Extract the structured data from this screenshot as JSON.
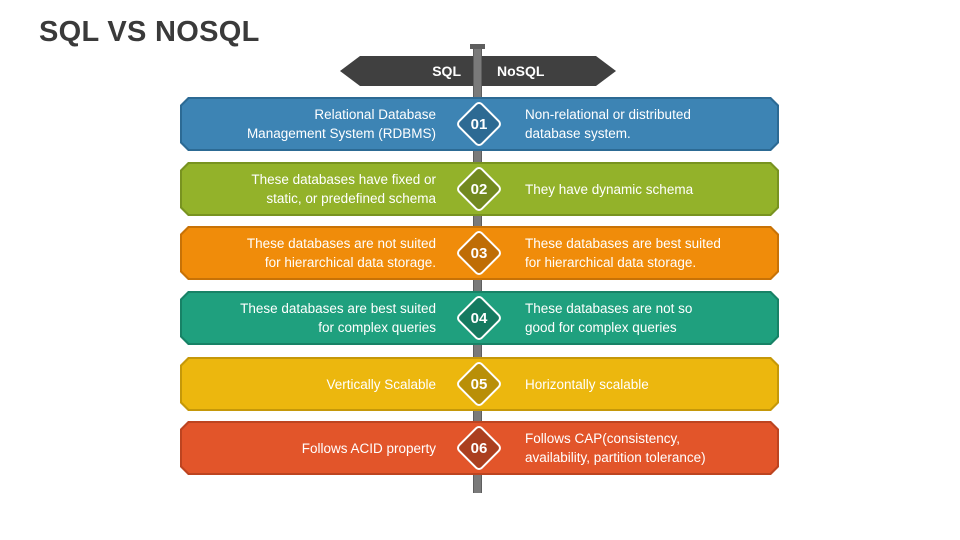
{
  "title": "SQL VS NOSQL",
  "signs": {
    "left": "SQL",
    "right": "NoSQL"
  },
  "rows": [
    {
      "num": "01",
      "sql": [
        "Relational Database",
        "Management System (RDBMS)"
      ],
      "nosql": [
        "Non-relational or distributed",
        "database system."
      ],
      "color": "#3d84b4",
      "border": "#2c6a94",
      "dark": "#2d6a93"
    },
    {
      "num": "02",
      "sql": [
        "These databases have fixed or",
        "static, or predefined schema"
      ],
      "nosql": [
        "They have dynamic schema"
      ],
      "color": "#93b22a",
      "border": "#789320",
      "dark": "#72891f"
    },
    {
      "num": "03",
      "sql": [
        "These databases are not suited",
        "for hierarchical data storage."
      ],
      "nosql": [
        "These databases are best suited",
        "for hierarchical data storage."
      ],
      "color": "#f08c0a",
      "border": "#c87206",
      "dark": "#bf6d06"
    },
    {
      "num": "04",
      "sql": [
        "These databases are best suited",
        "for complex queries"
      ],
      "nosql": [
        "These databases are not so",
        "good for complex queries"
      ],
      "color": "#1fa07e",
      "border": "#178266",
      "dark": "#157a60"
    },
    {
      "num": "05",
      "sql": [
        "Vertically Scalable"
      ],
      "nosql": [
        "Horizontally scalable"
      ],
      "color": "#ecb70e",
      "border": "#c59809",
      "dark": "#b98f08"
    },
    {
      "num": "06",
      "sql": [
        "Follows ACID property"
      ],
      "nosql": [
        "Follows CAP(consistency,",
        "availability, partition tolerance)"
      ],
      "color": "#e2552a",
      "border": "#bd4420",
      "dark": "#ab3f1f"
    }
  ]
}
